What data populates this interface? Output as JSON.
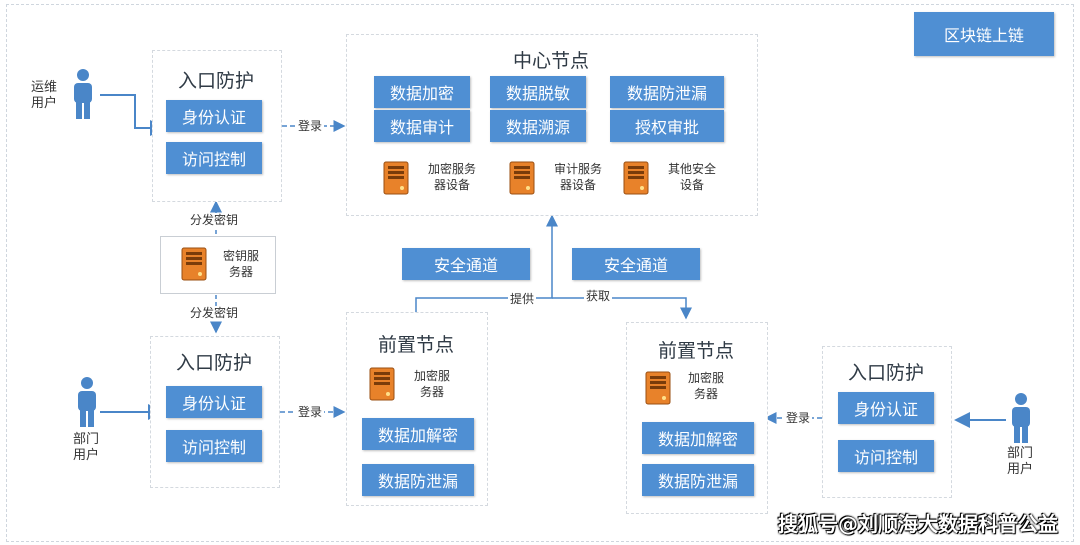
{
  "blockchain_button": "区块链上链",
  "center_node": {
    "title": "中心节点",
    "functions": [
      "数据加密",
      "数据脱敏",
      "数据防泄漏",
      "数据审计",
      "数据溯源",
      "授权审批"
    ],
    "servers": [
      "加密服务\n器设备",
      "审计服务\n器设备",
      "其他安全\n设备"
    ]
  },
  "entry_top": {
    "title": "入口防护",
    "auth": "身份认证",
    "access": "访问控制",
    "user": "运维\n用户",
    "login": "登录"
  },
  "entry_mid": {
    "title": "入口防护",
    "auth": "身份认证",
    "access": "访问控制",
    "user": "部门\n用户",
    "login": "登录"
  },
  "entry_right": {
    "title": "入口防护",
    "auth": "身份认证",
    "access": "访问控制",
    "user": "部门\n用户",
    "login": "登录"
  },
  "key_server": {
    "label": "密钥服\n务器",
    "distribute_top": "分发密钥",
    "distribute_bottom": "分发密钥"
  },
  "secure_channels": [
    "安全通道",
    "安全通道"
  ],
  "flow_labels": {
    "provide": "提供",
    "obtain": "获取"
  },
  "front_left": {
    "title": "前置节点",
    "server": "加密服\n务器",
    "encdec": "数据加解密",
    "dlp": "数据防泄漏"
  },
  "front_right": {
    "title": "前置节点",
    "server": "加密服\n务器",
    "encdec": "数据加解密",
    "dlp": "数据防泄漏"
  },
  "watermark": "搜狐号@刘顺海大数据科普公益",
  "colors": {
    "box_blue": "#4f8fd3",
    "arrow_blue": "#4a86c8",
    "server_orange": "#e8822a"
  }
}
